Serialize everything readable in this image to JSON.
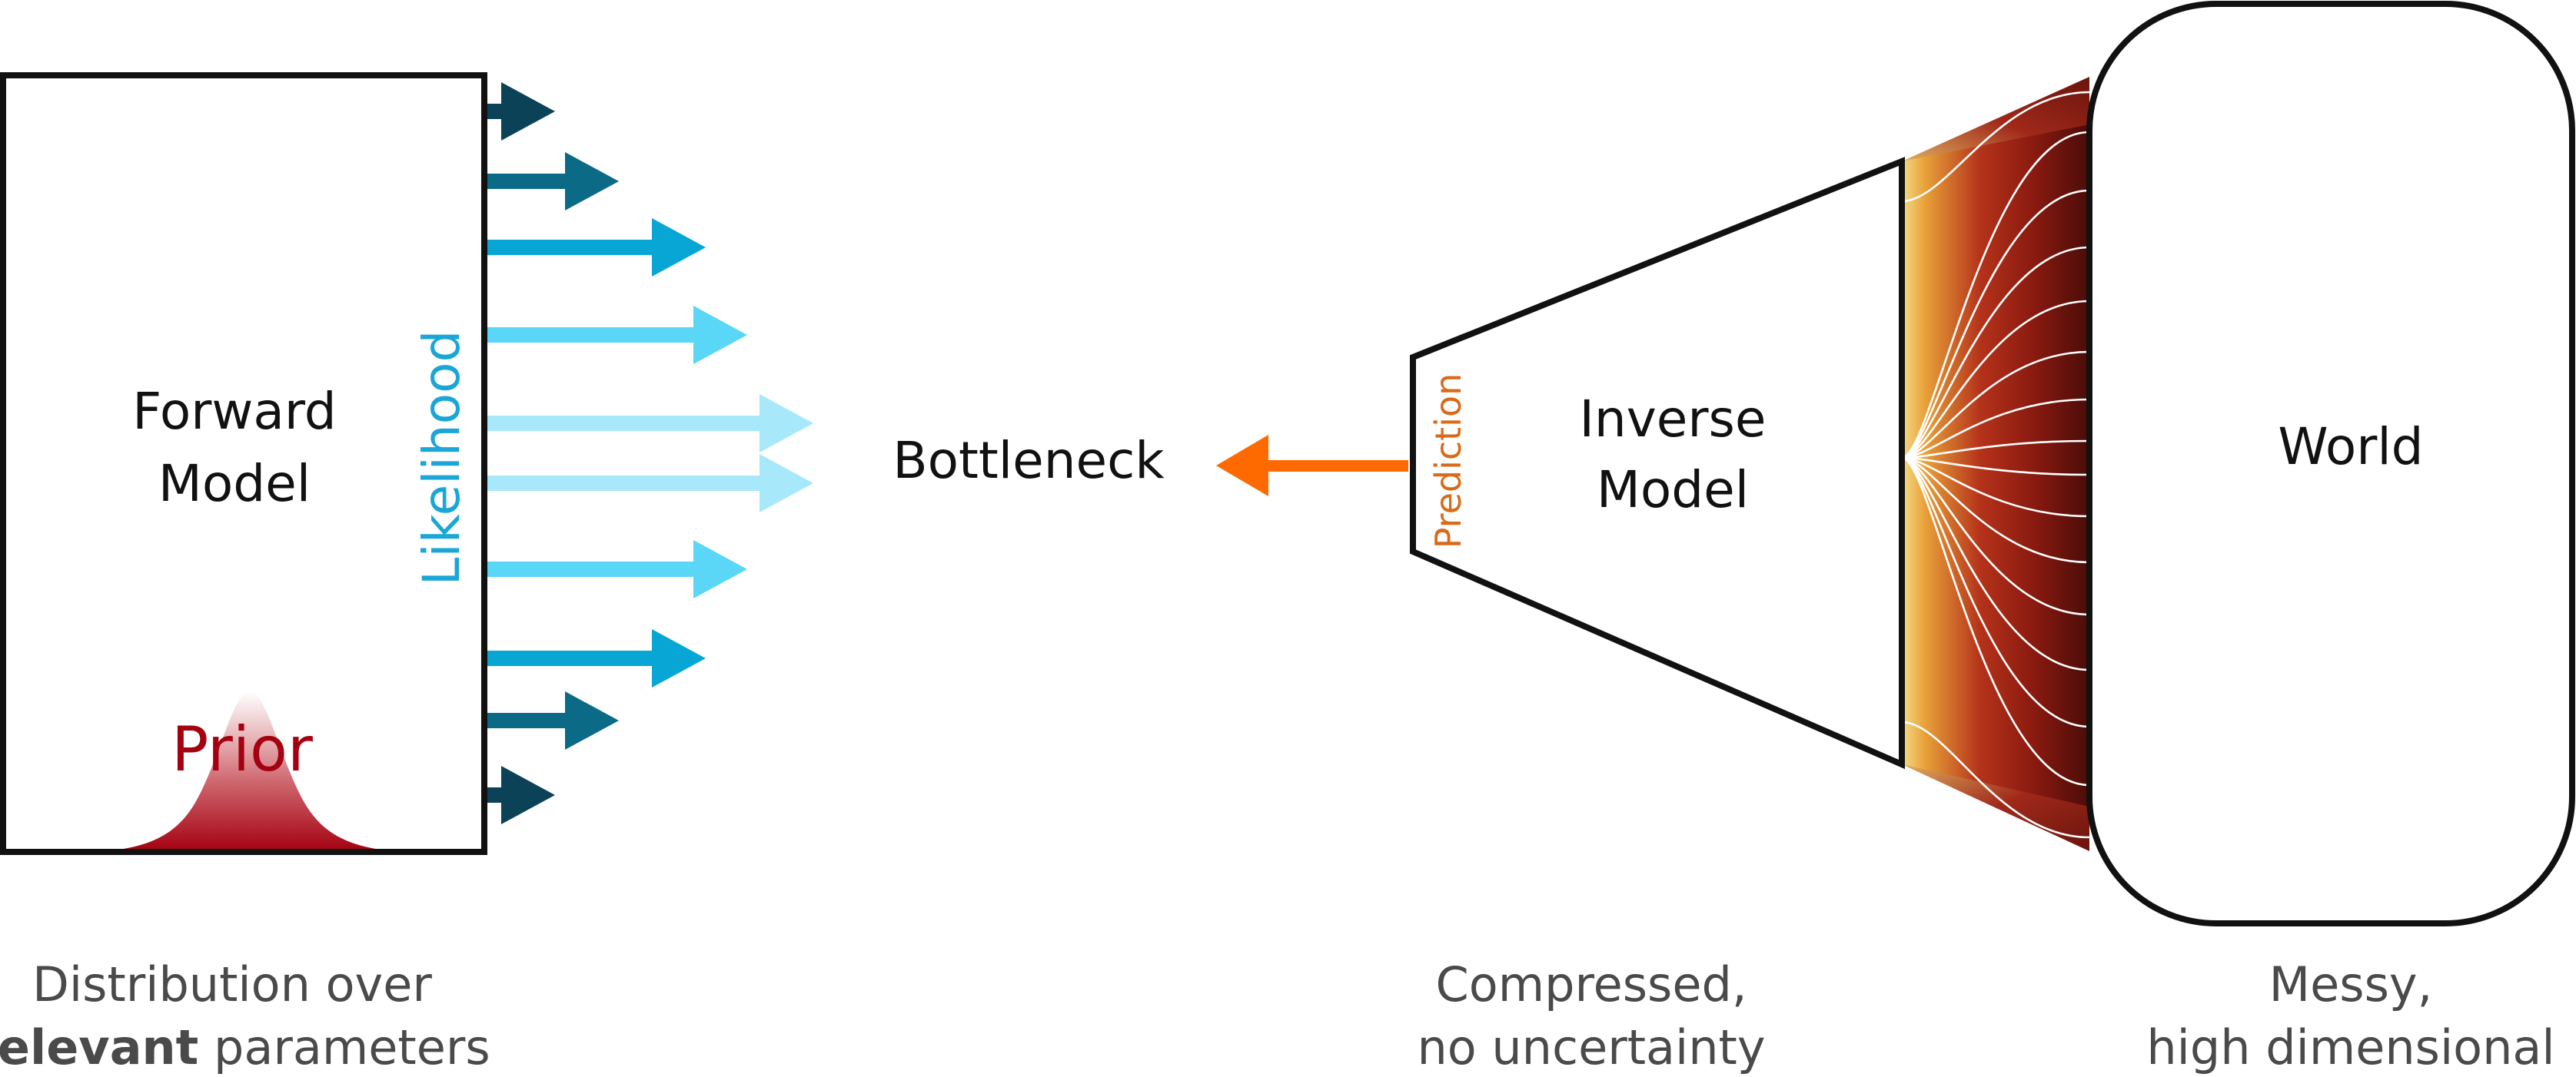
{
  "colors": {
    "outline": "#111111",
    "likelihood": "#1aa6d6",
    "prior": "#a4000f",
    "prediction": "#d96a1a",
    "prediction_arrow": "#ff6a00",
    "caption": "#4a4a4a",
    "arrow_shades": [
      "#0b4258",
      "#0b6a86",
      "#08a6d4",
      "#5ad6f6",
      "#a8e8fb"
    ]
  },
  "forward_model": {
    "title_line1": "Forward",
    "title_line2": "Model",
    "likelihood_label": "Likelihood",
    "prior_label": "Prior"
  },
  "bottleneck": {
    "label": "Bottleneck"
  },
  "inverse_model": {
    "title_line1": "Inverse",
    "title_line2": "Model",
    "prediction_label": "Prediction"
  },
  "world": {
    "label": "World"
  },
  "captions": {
    "forward_line1": "Distribution over",
    "forward_line2_bold": "relevant",
    "forward_line2_rest": " parameters",
    "inverse_line1": "Compressed,",
    "inverse_line2": "no uncertainty",
    "world_line1": "Messy,",
    "world_line2": "high dimensional"
  }
}
